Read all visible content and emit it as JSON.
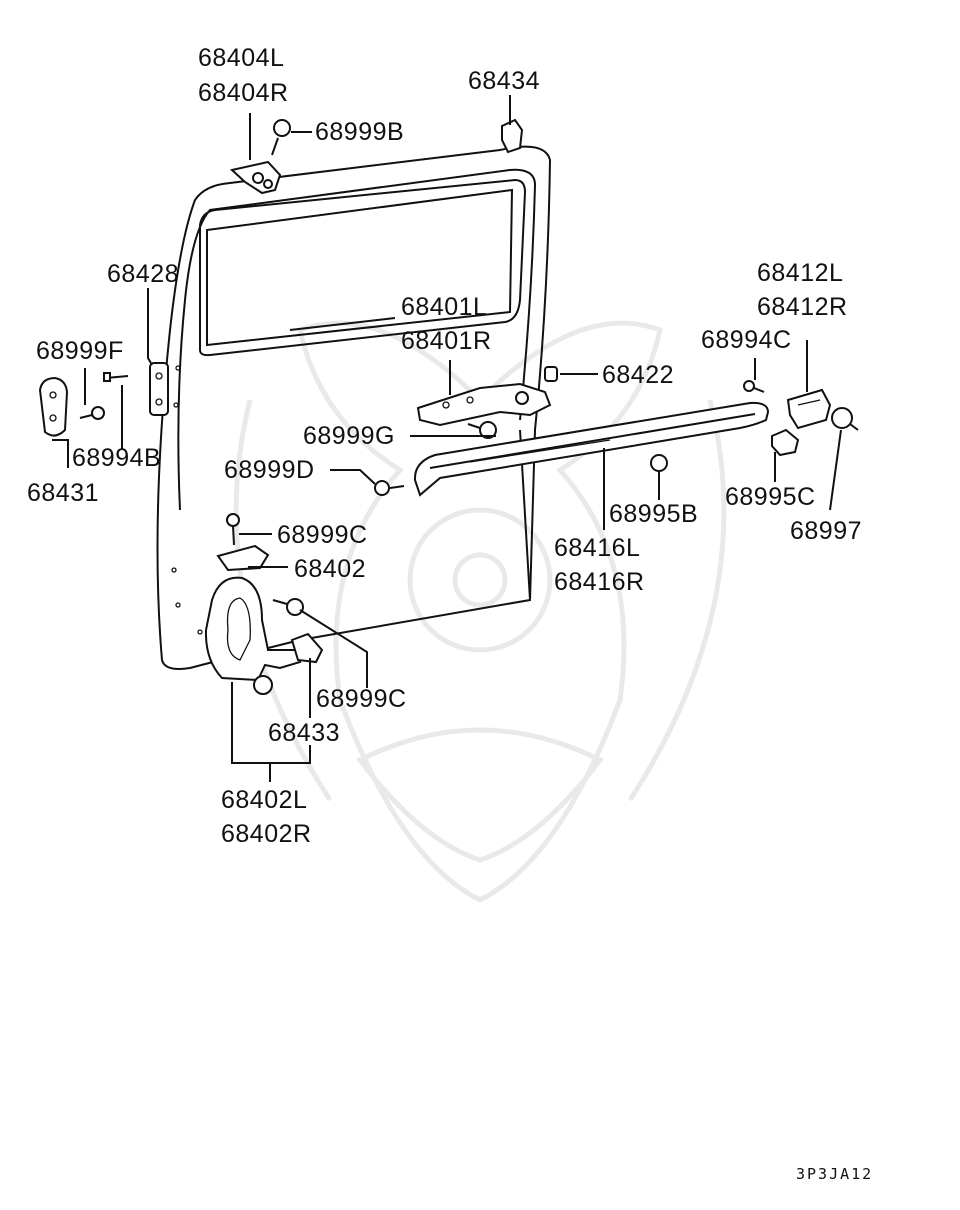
{
  "diagram": {
    "part_labels": {
      "p68404L": "68404L",
      "p68404R": "68404R",
      "p68434": "68434",
      "p68999B": "68999B",
      "p68428": "68428",
      "p68401L": "68401L",
      "p68401R": "68401R",
      "p68999F": "68999F",
      "p68422": "68422",
      "p68412L": "68412L",
      "p68412R": "68412R",
      "p68994C": "68994C",
      "p68999G": "68999G",
      "p68994B": "68994B",
      "p68431": "68431",
      "p68999D": "68999D",
      "p68995B": "68995B",
      "p68995C": "68995C",
      "p68997": "68997",
      "p68999C_top": "68999C",
      "p68416L": "68416L",
      "p68416R": "68416R",
      "p68402": "68402",
      "p68999C_bottom": "68999C",
      "p68433": "68433",
      "p68402L": "68402L",
      "p68402R": "68402R"
    },
    "diagram_code": "3P3JA12"
  }
}
